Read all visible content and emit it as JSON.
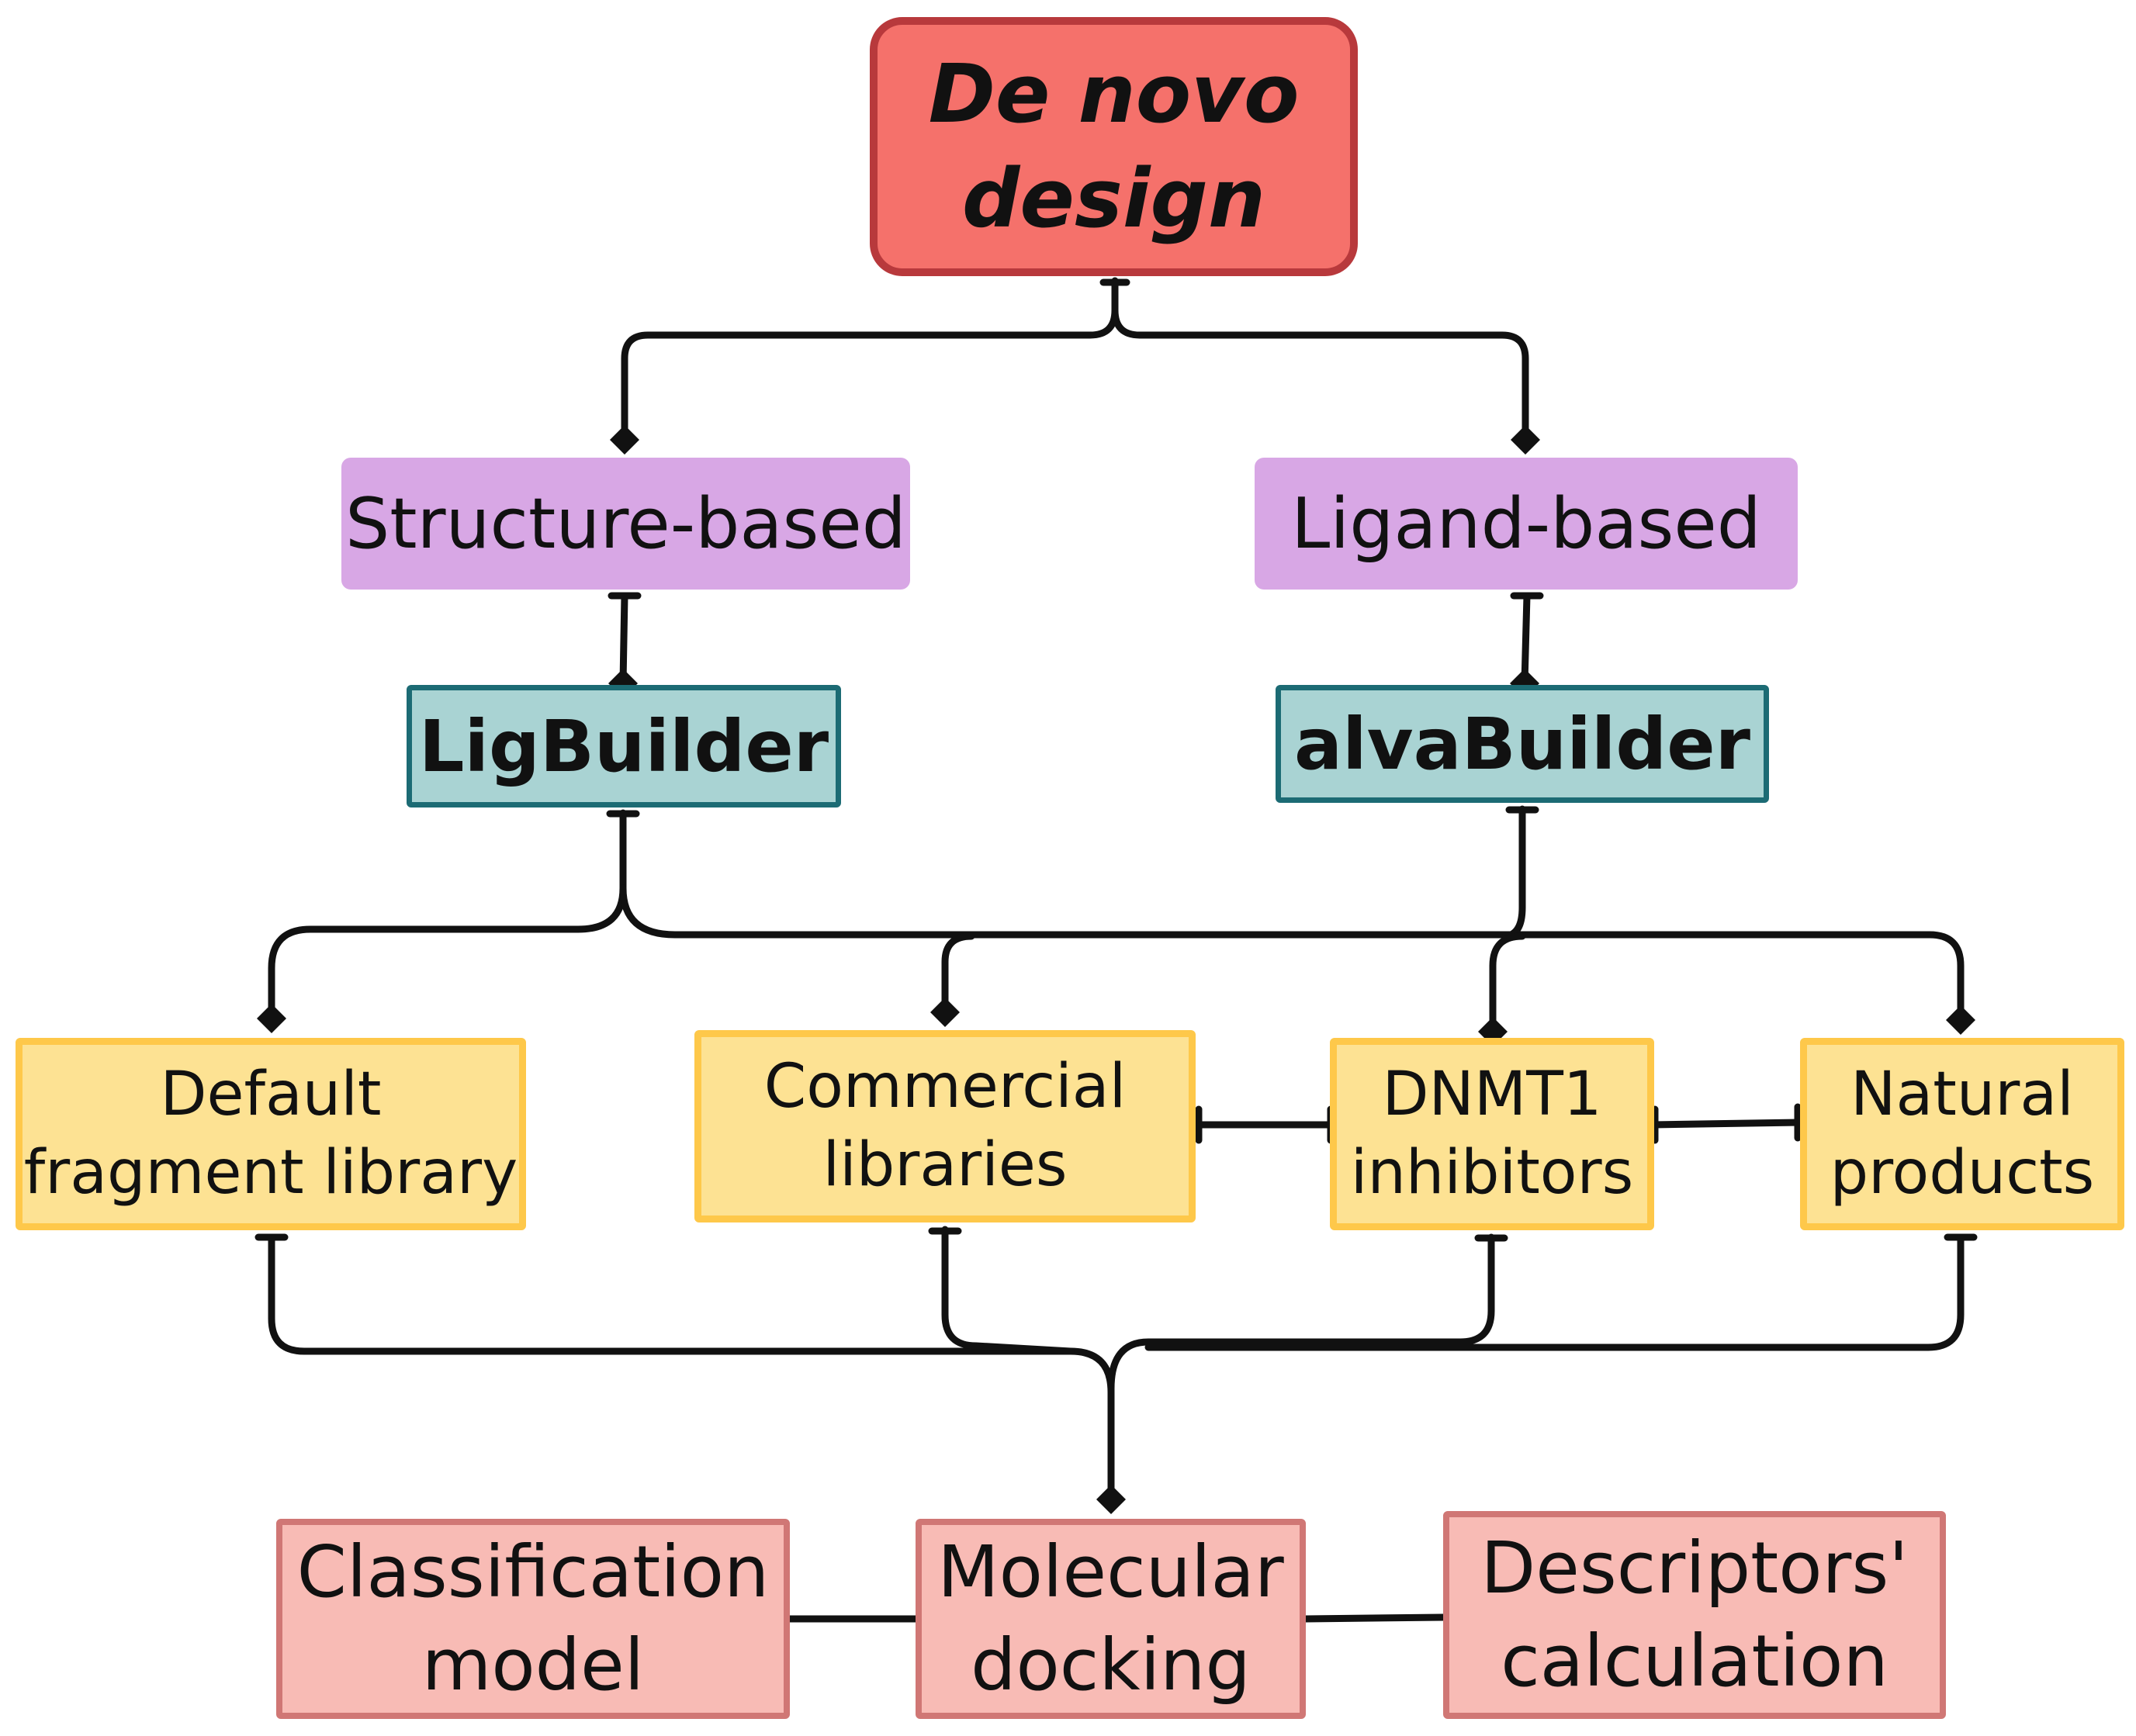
{
  "diagram": {
    "nodes": {
      "root": "De novo\ndesign",
      "structure_based": "Structure-based",
      "ligand_based": "Ligand-based",
      "ligbuilder": "LigBuilder",
      "alvabuilder": "alvaBuilder",
      "default_fragment_library": "Default\nfragment library",
      "commercial_libraries": "Commercial\nlibraries",
      "dnmt1_inhibitors": "DNMT1\ninhibitors",
      "natural_products": "Natural\nproducts",
      "classification_model": "Classification\nmodel",
      "molecular_docking": "Molecular\ndocking",
      "descriptors_calculation": "Descriptors'\ncalculation"
    },
    "colors": {
      "root_fill": "#f5716b",
      "root_border": "#b8393c",
      "approach_fill": "#d8a7e5",
      "tool_fill": "#a9d3d3",
      "tool_border": "#1c6b74",
      "library_fill": "#fde293",
      "library_border": "#fec84a",
      "step_fill": "#f8bbb5",
      "step_border": "#d07775",
      "connector": "#111111"
    }
  }
}
